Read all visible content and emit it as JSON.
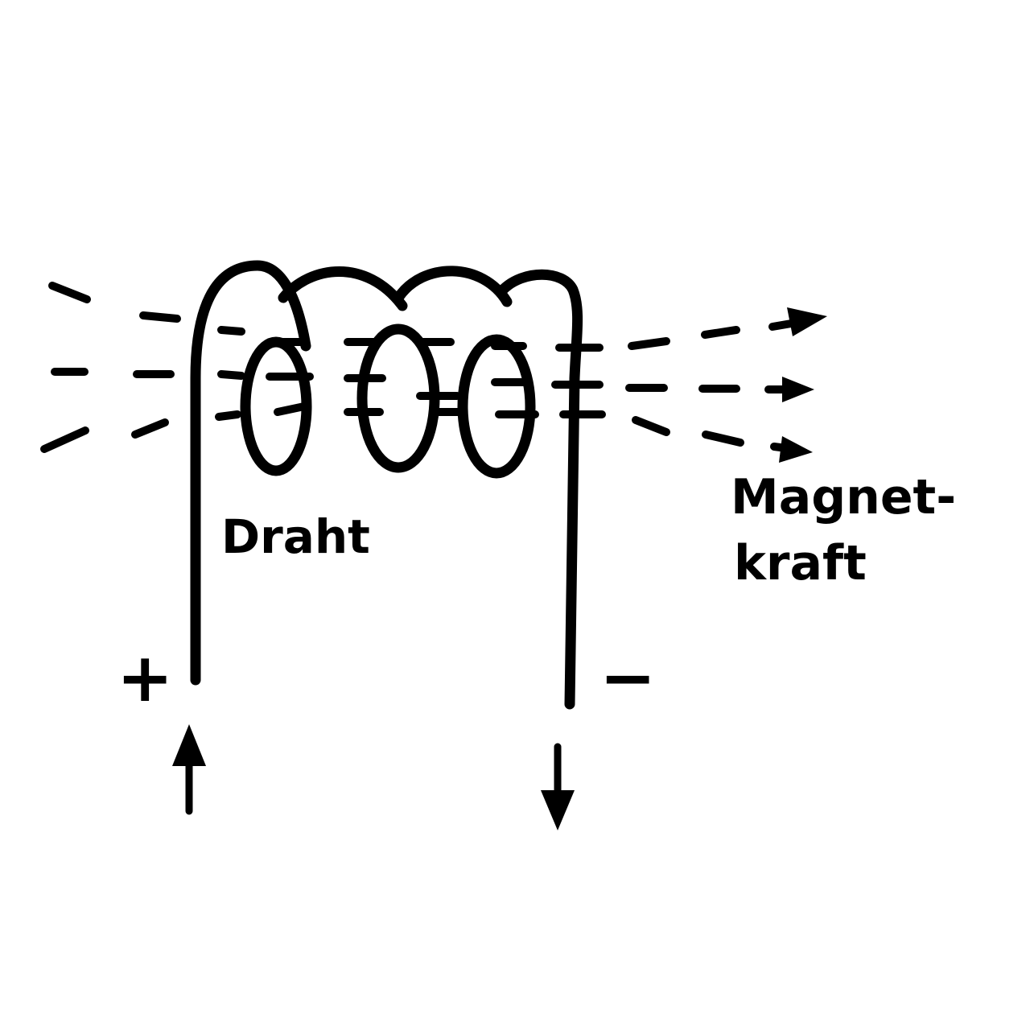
{
  "labels": {
    "wire": "Draht",
    "force_line1": "Magnet-",
    "force_line2": "kraft",
    "plus": "+",
    "minus": "−"
  },
  "colors": {
    "ink": "#000000",
    "background": "#ffffff"
  }
}
